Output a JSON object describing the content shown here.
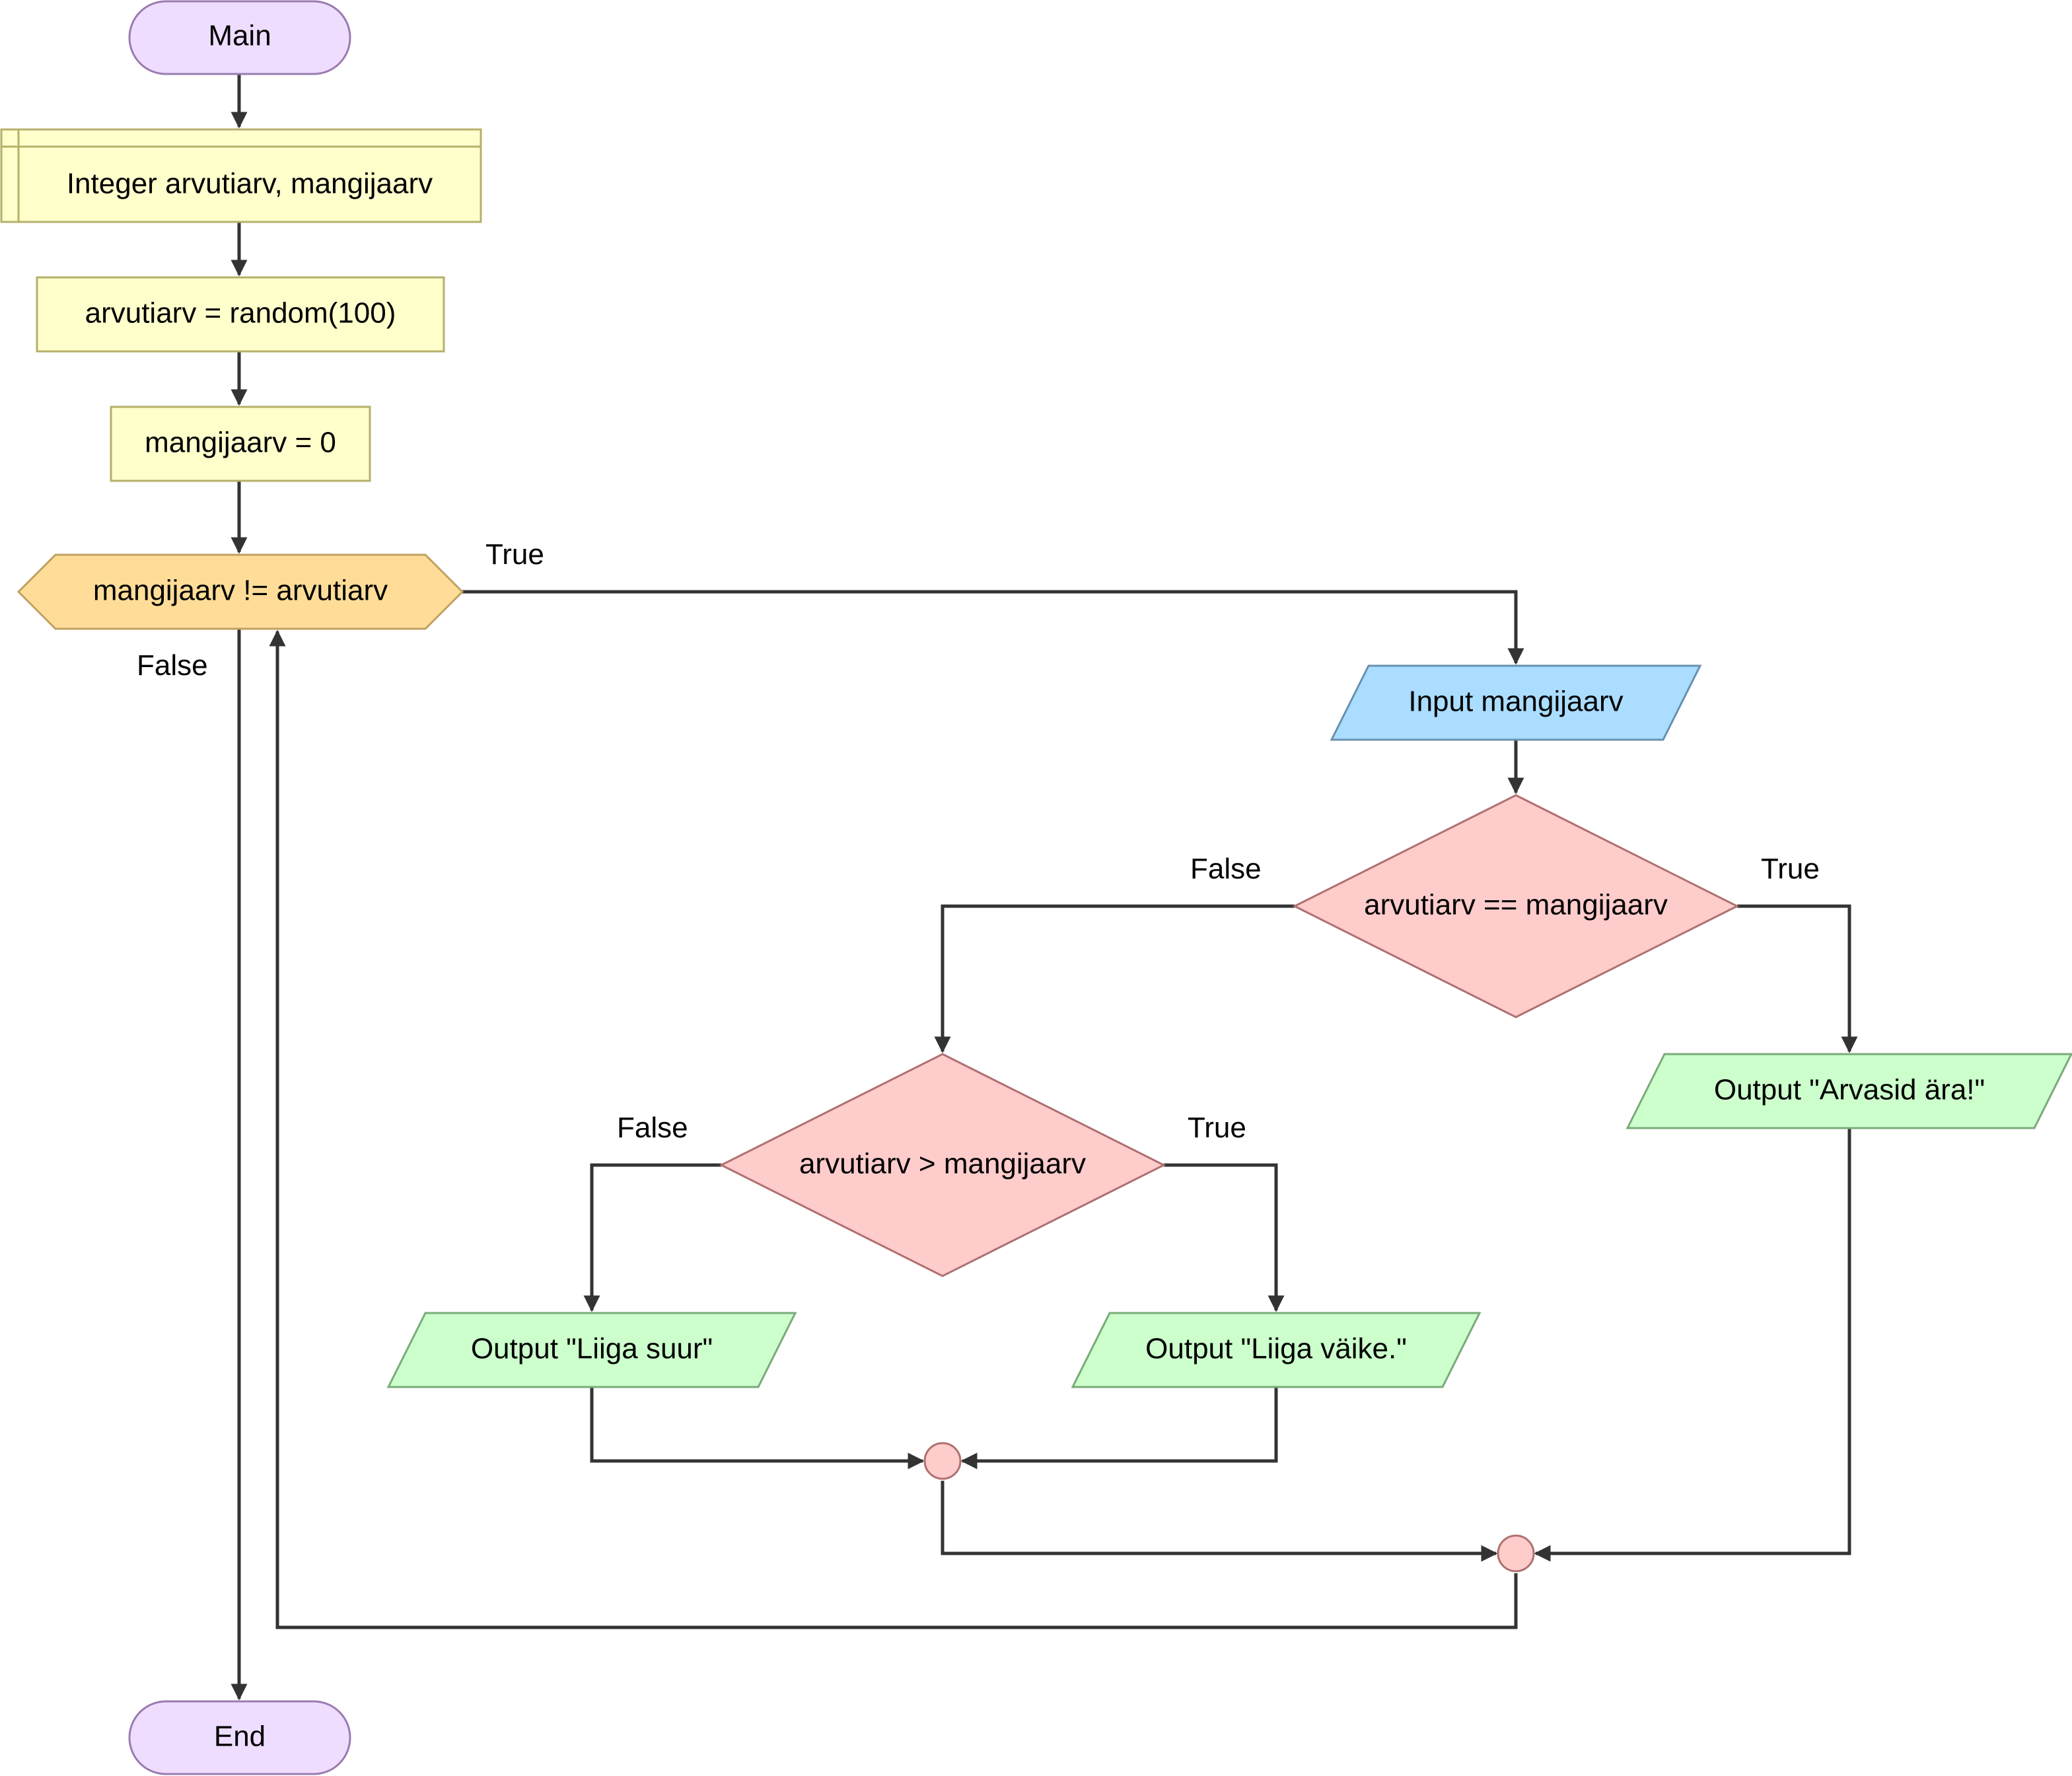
{
  "nodes": {
    "main": "Main",
    "declare": "Integer arvutiarv, mangijaarv",
    "assign_random": "arvutiarv = random(100)",
    "assign_zero": "mangijaarv = 0",
    "loop": "mangijaarv != arvutiarv",
    "input": "Input mangijaarv",
    "decision_equal": "arvutiarv == mangijaarv",
    "decision_greater": "arvutiarv > mangijaarv",
    "output_big": "Output \"Liiga suur\"",
    "output_small": "Output \"Liiga väike.\"",
    "output_correct": "Output \"Arvasid ära!\"",
    "end": "End"
  },
  "labels": {
    "loop_true": "True",
    "loop_false": "False",
    "equal_false": "False",
    "equal_true": "True",
    "greater_false": "False",
    "greater_true": "True"
  },
  "colors": {
    "terminal_fill": "#EEDDFF",
    "terminal_stroke": "#9A7BB0",
    "process_fill": "#FFFFCC",
    "process_stroke": "#B5B06A",
    "loop_fill": "#FFDD99",
    "loop_stroke": "#C0A060",
    "input_fill": "#AADDFF",
    "input_stroke": "#6A90B0",
    "decision_fill": "#FFCCCC",
    "decision_stroke": "#B07070",
    "output_fill": "#CCFFCC",
    "output_stroke": "#7AAA7A",
    "edge": "#333333"
  }
}
